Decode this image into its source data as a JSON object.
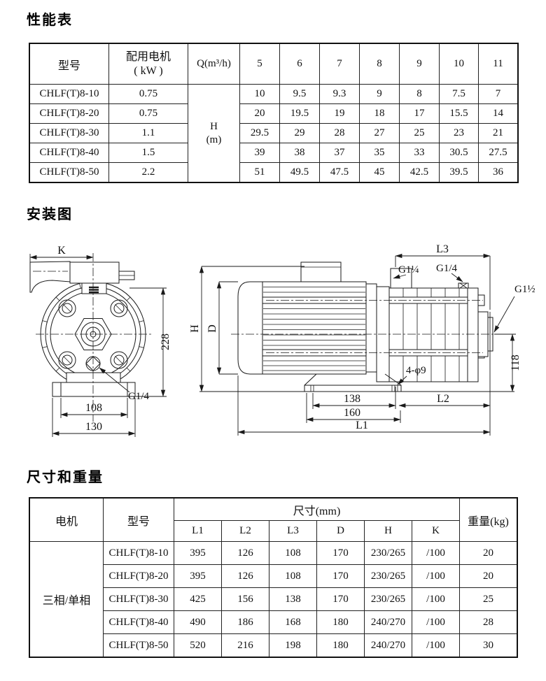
{
  "sections": {
    "performance": {
      "title": "性能表"
    },
    "installation": {
      "title": "安装图"
    },
    "dimensions": {
      "title": "尺寸和重量"
    }
  },
  "performance_table": {
    "headers": {
      "model": "型号",
      "motor_line1": "配用电机",
      "motor_line2": "( kW )",
      "flow": "Q(m³/h)",
      "flow_cols": [
        "5",
        "6",
        "7",
        "8",
        "9",
        "10",
        "11"
      ],
      "head_line1": "H",
      "head_line2": "(m)"
    },
    "rows": [
      {
        "model": "CHLF(T)8-10",
        "power": "0.75",
        "heads": [
          "10",
          "9.5",
          "9.3",
          "9",
          "8",
          "7.5",
          "7"
        ]
      },
      {
        "model": "CHLF(T)8-20",
        "power": "0.75",
        "heads": [
          "20",
          "19.5",
          "19",
          "18",
          "17",
          "15.5",
          "14"
        ]
      },
      {
        "model": "CHLF(T)8-30",
        "power": "1.1",
        "heads": [
          "29.5",
          "29",
          "28",
          "27",
          "25",
          "23",
          "21"
        ]
      },
      {
        "model": "CHLF(T)8-40",
        "power": "1.5",
        "heads": [
          "39",
          "38",
          "37",
          "35",
          "33",
          "30.5",
          "27.5"
        ]
      },
      {
        "model": "CHLF(T)8-50",
        "power": "2.2",
        "heads": [
          "51",
          "49.5",
          "47.5",
          "45",
          "42.5",
          "39.5",
          "36"
        ]
      }
    ]
  },
  "diagram": {
    "front_view": {
      "k": "K",
      "height": "228",
      "drain_port": "G1/4",
      "bolt_span": "108",
      "base_width": "130"
    },
    "side_view": {
      "l3": "L3",
      "inlet": "G1¼",
      "plug": "G1/4",
      "outlet": "G1½",
      "h": "H",
      "d": "D",
      "height118": "118",
      "holes": "4-φ9",
      "foot_span": "138",
      "foot_outer": "160",
      "l1": "L1",
      "l2": "L2"
    }
  },
  "dimensions_table": {
    "headers": {
      "motor": "电机",
      "model": "型号",
      "size_group": "尺寸(mm)",
      "size_cols": [
        "L1",
        "L2",
        "L3",
        "D",
        "H",
        "K"
      ],
      "weight": "重量(kg)"
    },
    "motor_group": "三相/单相",
    "rows": [
      {
        "model": "CHLF(T)8-10",
        "values": [
          "395",
          "126",
          "108",
          "170",
          "230/265",
          "/100"
        ],
        "weight": "20"
      },
      {
        "model": "CHLF(T)8-20",
        "values": [
          "395",
          "126",
          "108",
          "170",
          "230/265",
          "/100"
        ],
        "weight": "20"
      },
      {
        "model": "CHLF(T)8-30",
        "values": [
          "425",
          "156",
          "138",
          "170",
          "230/265",
          "/100"
        ],
        "weight": "25"
      },
      {
        "model": "CHLF(T)8-40",
        "values": [
          "490",
          "186",
          "168",
          "180",
          "240/270",
          "/100"
        ],
        "weight": "28"
      },
      {
        "model": "CHLF(T)8-50",
        "values": [
          "520",
          "216",
          "198",
          "180",
          "240/270",
          "/100"
        ],
        "weight": "30"
      }
    ]
  }
}
